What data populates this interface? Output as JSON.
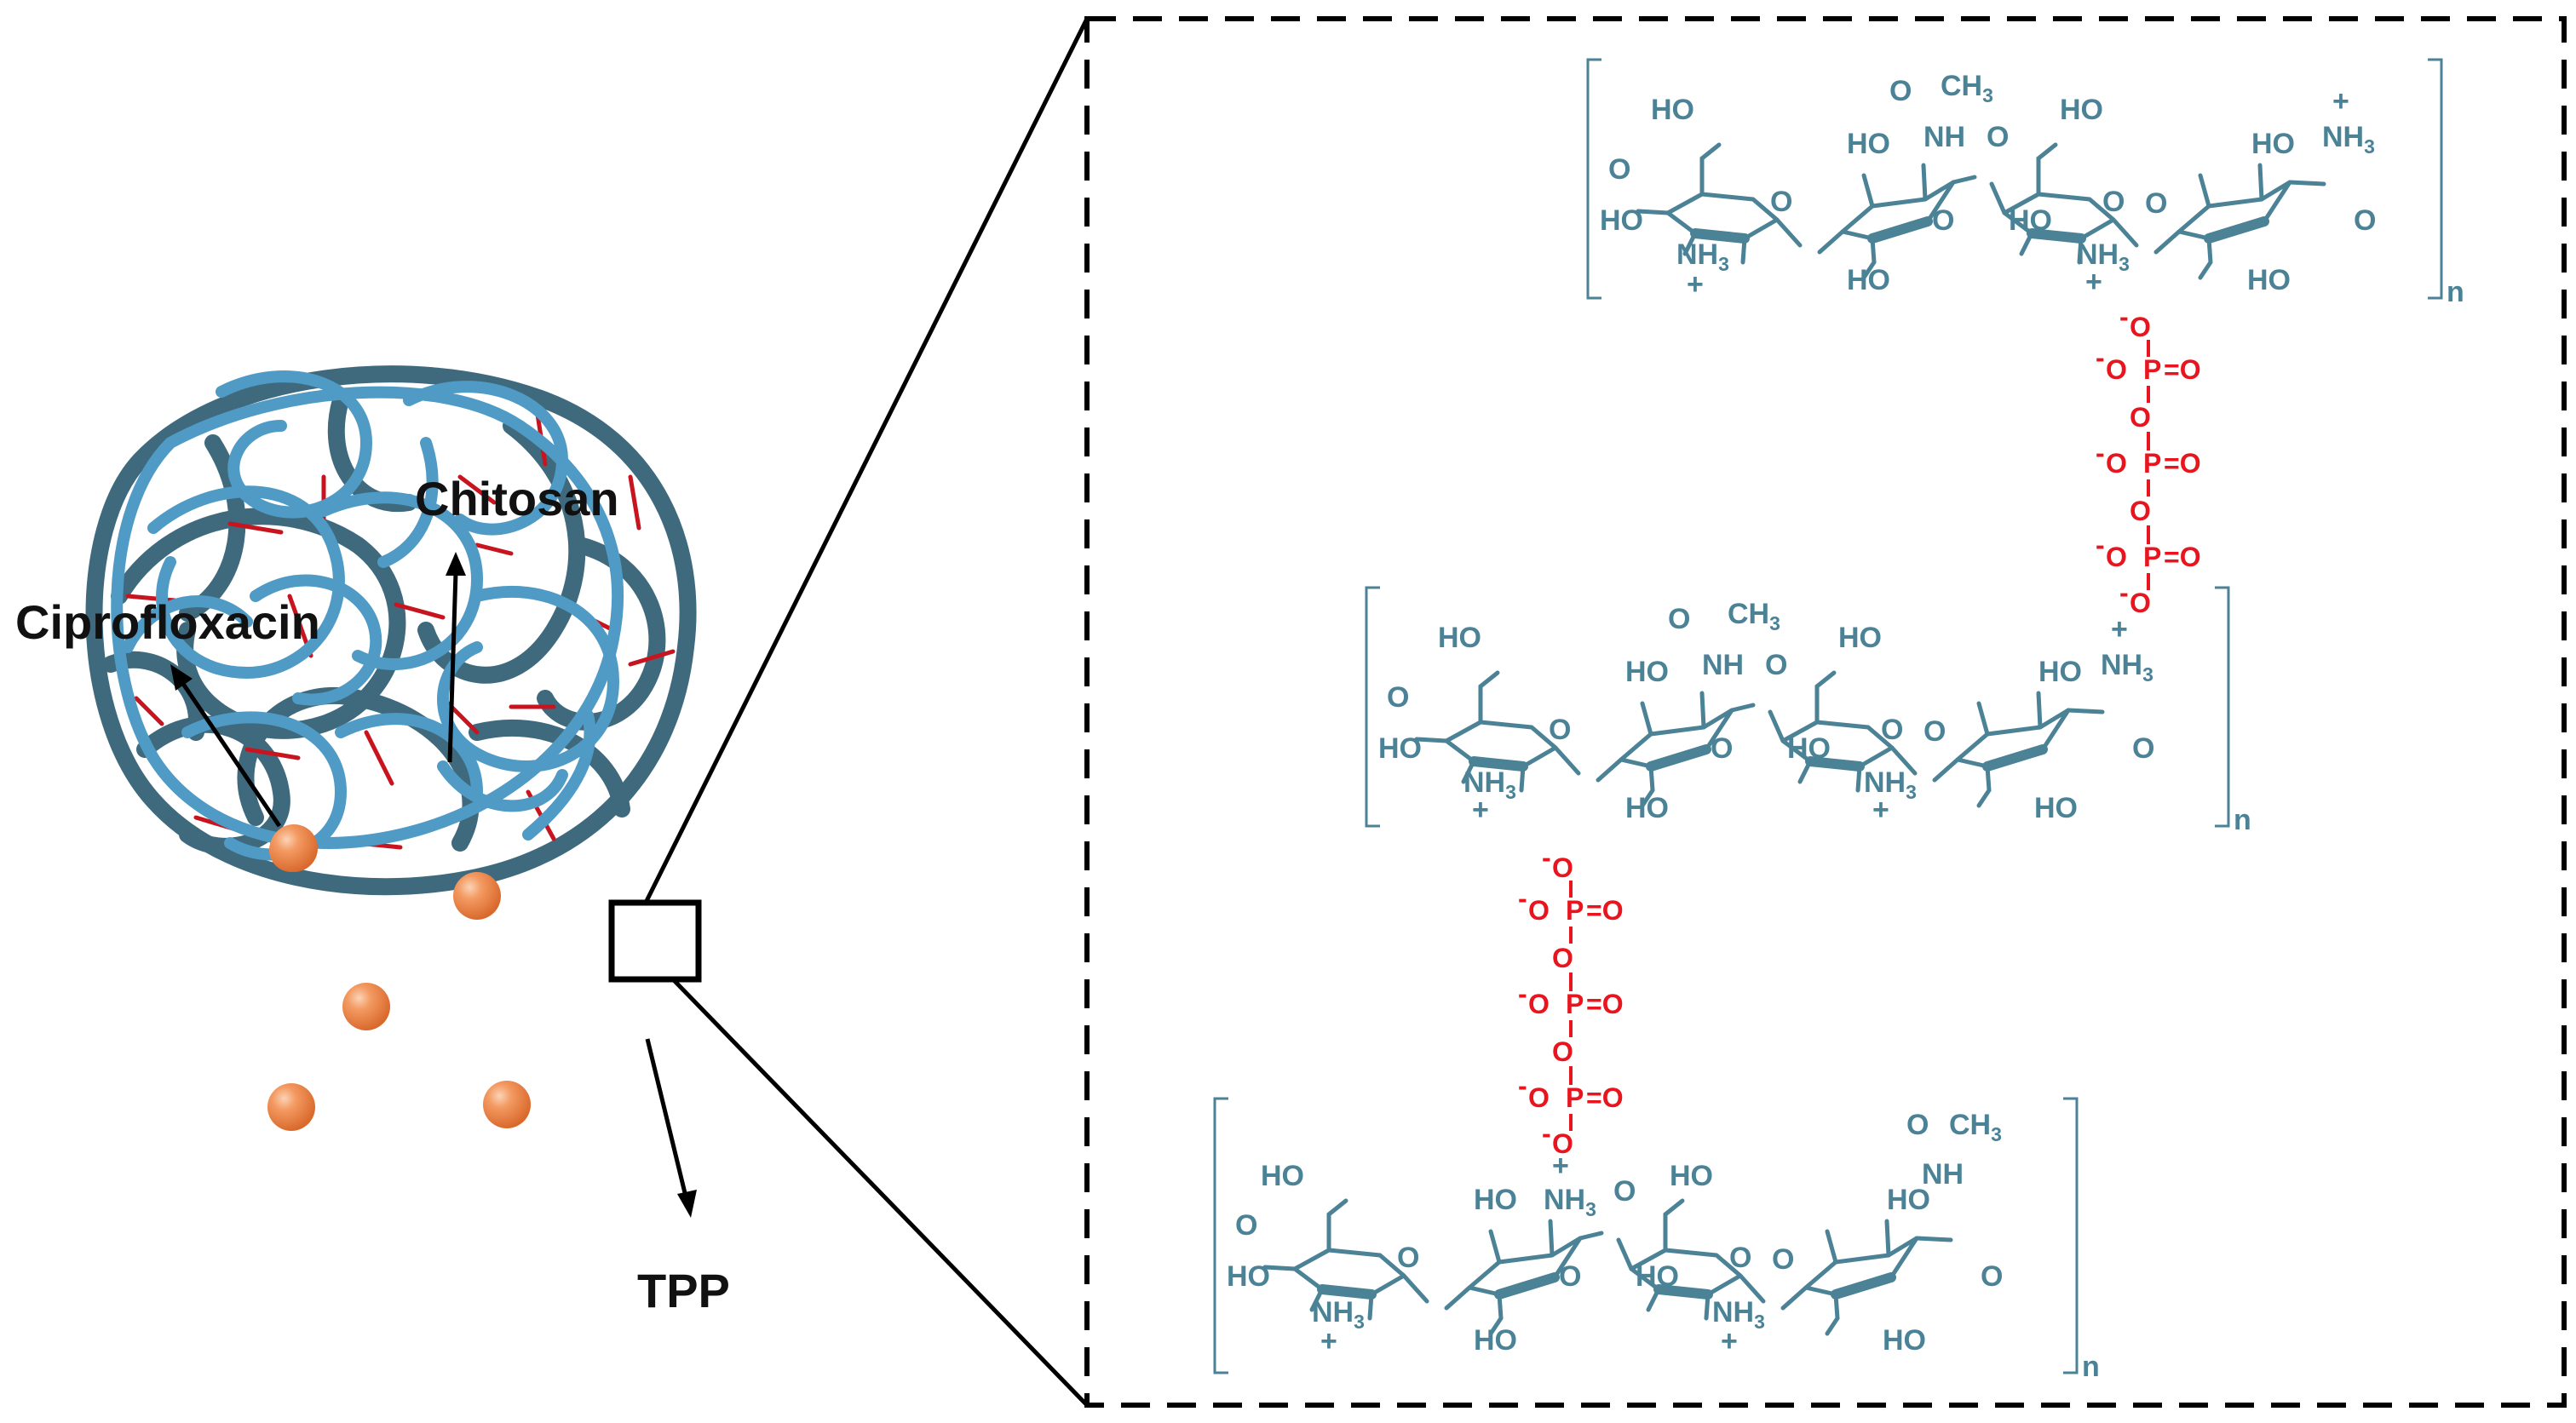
{
  "labels": {
    "chitosan": "Chitosan",
    "ciprofloxacin": "Ciprofloxacin",
    "tpp": "TPP"
  },
  "chem": {
    "ho": "HO",
    "o": "O",
    "nh": "NH",
    "nh3": "NH",
    "nh3_sub": "3",
    "plus": "+",
    "ch3": "CH",
    "ch3_sub": "3",
    "n": "n"
  },
  "tpp": {
    "minus": "-",
    "o": "O",
    "p": "P",
    "eq_o": "=O"
  },
  "colors": {
    "chitosan_dark": "#3f6a7e",
    "chitosan_light": "#4f9bc6",
    "crosslink": "#c8141e",
    "drug": "#f08a52",
    "structure": "#4b8296",
    "tpp": "#e8141e"
  }
}
